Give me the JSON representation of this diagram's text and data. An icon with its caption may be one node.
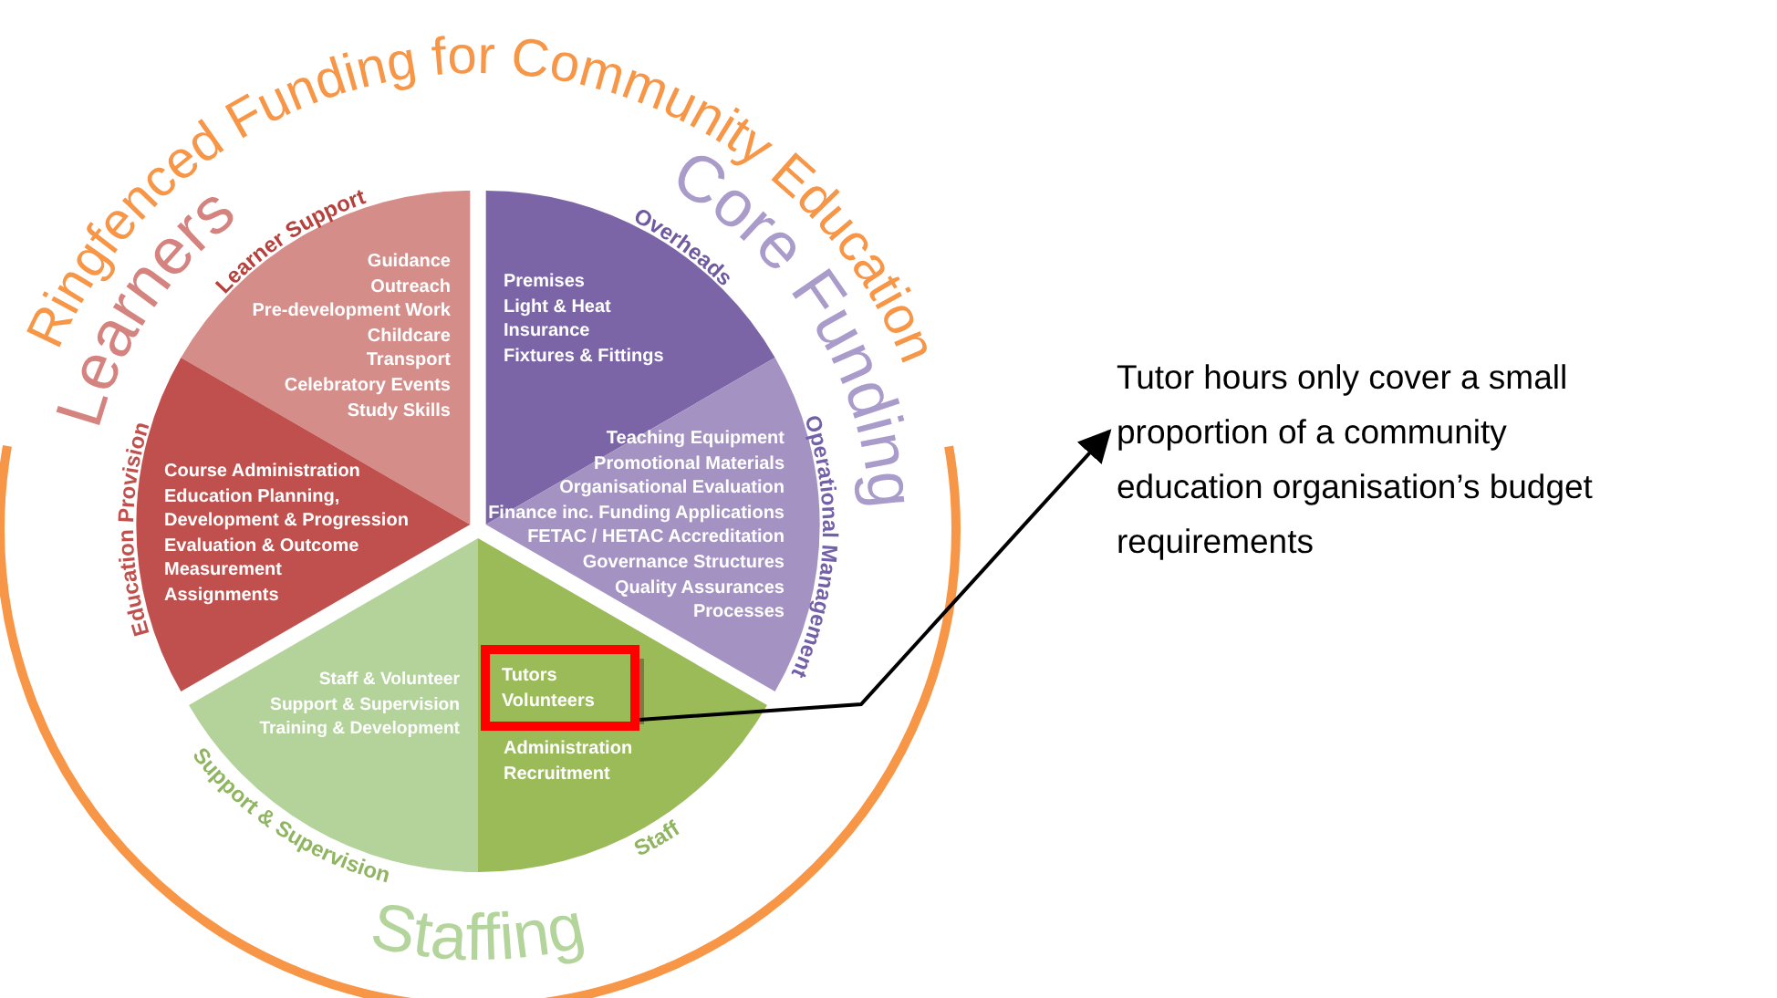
{
  "diagram": {
    "nodes": [
      {
        "text": [
          "Ringfenced Funding for Community Education"
        ]
      },
      {
        "text": [
          "Learner Support",
          "Guidance",
          "Outreach",
          "Pre-development Work",
          "Childcare",
          "Transport",
          "Celebratory Events",
          "Study Skills"
        ],
        "in": 0
      },
      {
        "text": [
          "Education Provision",
          "Course Administration",
          "Education Planning, Development & Progression",
          "Evaluation & Outcome Measurement",
          "Assignments"
        ],
        "in": 0
      },
      {
        "text": [
          "Overheads",
          "Premises",
          "Light & Heat",
          "Insurance",
          "Fixtures & Fittings"
        ],
        "in": 0
      },
      {
        "text": [
          "Operational Management",
          "Teaching Equipment",
          "Promotional Materials",
          "Organisational Evaluation",
          "Finance inc. Funding Applications",
          "FETAC / HETAC Accreditation",
          "Governance Structures",
          "Quality Assurances",
          "Processes"
        ],
        "in": 0
      },
      {
        "text": [
          "Staff & Volunteer Support & Supervision",
          "Training & Development",
          "Support & Supervision"
        ],
        "in": 0
      },
      {
        "text": [
          "Administration",
          "Recruitment",
          "Staff"
        ],
        "in": 0
      },
      {
        "text": [
          "Tutors",
          "Volunteers"
        ],
        "in": 6
      },
      {
        "text": [
          "Tutor hours only cover a small proportion of a community education organisation’s budget requirements"
        ]
      }
    ],
    "edges": [
      {
        "from": 7,
        "to": 8,
        "arrow": "to"
      }
    ],
    "labels": [
      "Learners",
      "Core Funding",
      "Staffing"
    ]
  }
}
